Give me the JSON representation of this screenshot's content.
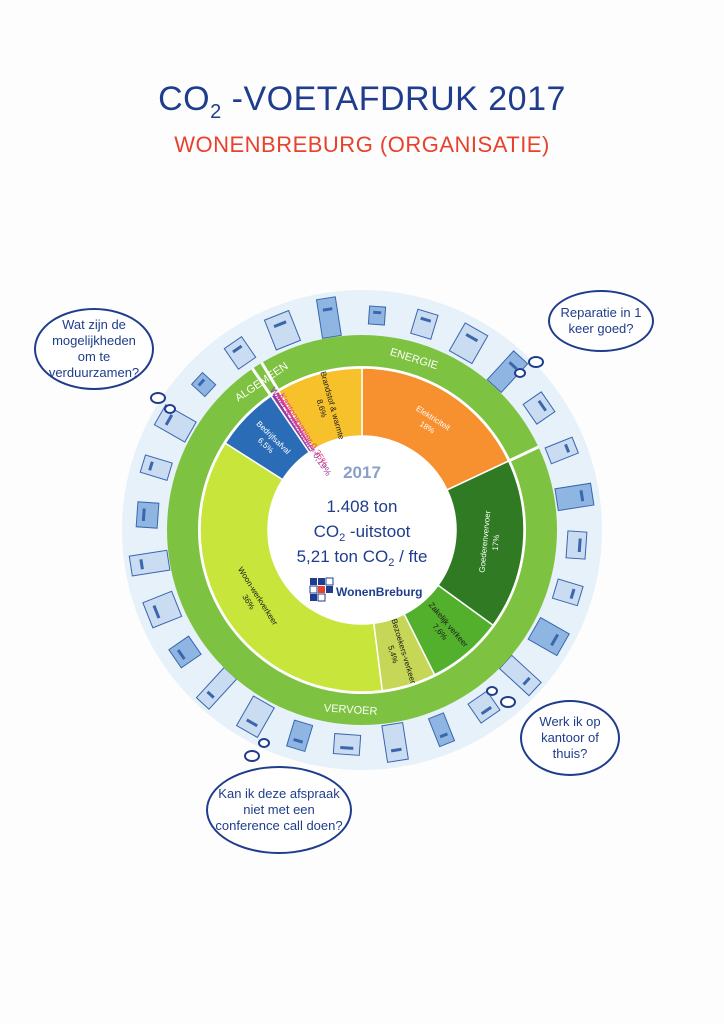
{
  "title": {
    "main": "CO",
    "sub": "2",
    "rest": " -VOETAFDRUK 2017"
  },
  "subtitle": "WONENBREBURG (ORGANISATIE)",
  "center": {
    "year": "2017",
    "line1": "1.408 ton",
    "line2a": "CO",
    "line2sub": "2",
    "line2b": " -uitstoot",
    "line3a": "5,21 ton CO",
    "line3sub": "2",
    "line3b": " / fte",
    "logo_text": "WonenBreburg"
  },
  "bubbles": {
    "top_left": "Wat zijn de mogelijkheden om te verduurzamen?",
    "top_right": "Reparatie in 1 keer goed?",
    "bottom_right": "Werk ik op kantoor of thuis?",
    "bottom_left": "Kan ik deze afspraak niet met een conference call doen?"
  },
  "colors": {
    "title": "#1f3d8c",
    "subtitle": "#e8412c",
    "outer_ring": "#7dc241",
    "sky": "#e6f1f9"
  },
  "chart_data": {
    "type": "pie",
    "title": "CO2-VOETAFDRUK 2017",
    "center_label": "2017",
    "groups": [
      {
        "name": "ENERGIE",
        "from": "Brandstof & warmte",
        "to": "Elektriciteit"
      },
      {
        "name": "VERVOER",
        "from": "Goederenvervoer",
        "to": "Woon-werkverkeer"
      },
      {
        "name": "ALGEMEEN",
        "from": "Water & afvalwater",
        "to": "Bedrijfsafval"
      }
    ],
    "slices": [
      {
        "label": "Elektriciteit",
        "value_label": "18%",
        "value": 18.0,
        "color": "#f7902f"
      },
      {
        "label": "Goederenvervoer",
        "value_label": "17%",
        "value": 17.0,
        "color": "#2f7a22"
      },
      {
        "label": "Zakelijk verkeer",
        "value_label": "7,6%",
        "value": 7.6,
        "color": "#53b02c"
      },
      {
        "label": "Bezoekers-verkeer",
        "value_label": "5,4%",
        "value": 5.4,
        "color": "#c6d656"
      },
      {
        "label": "Woon-werkverkeer",
        "value_label": "36%",
        "value": 36.0,
        "color": "#c7e53a"
      },
      {
        "label": "Bedrijfsafval",
        "value_label": "6,5%",
        "value": 6.5,
        "color": "#2b6cb6"
      },
      {
        "label": "Water & afvalwater",
        "value_label": "0,19%",
        "value": 0.19,
        "color": "#9a3aa0"
      },
      {
        "label": "Kantoorpapier",
        "value_label": "0,35%",
        "value": 0.35,
        "color": "#e8418c"
      },
      {
        "label": "Brandstof & warmte",
        "value_label": "8,6%",
        "value": 8.6,
        "color": "#f6c12b"
      }
    ]
  }
}
